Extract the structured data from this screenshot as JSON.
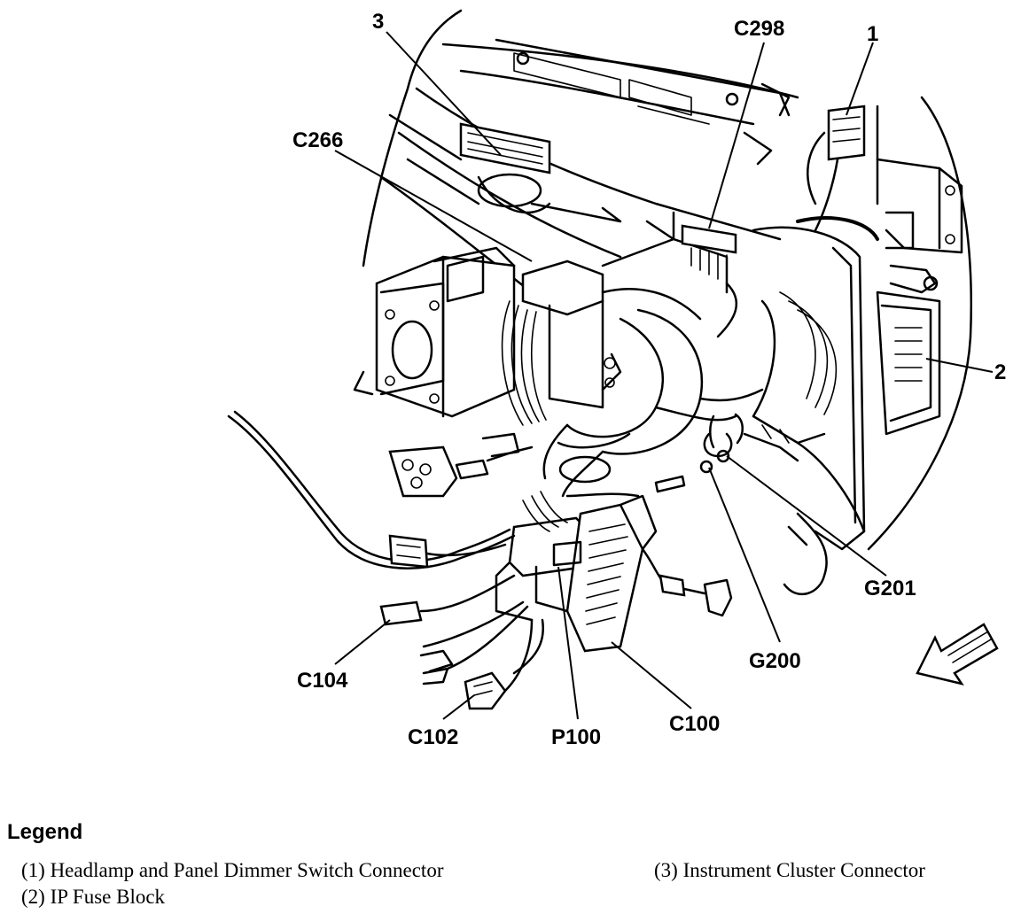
{
  "callouts": {
    "c1": "1",
    "c2": "2",
    "c3": "3",
    "c298": "C298",
    "c266": "C266",
    "g201": "G201",
    "g200": "G200",
    "c104": "C104",
    "c102": "C102",
    "p100": "P100",
    "c100": "C100"
  },
  "legend": {
    "title": "Legend",
    "items": [
      "(1)  Headlamp and Panel Dimmer Switch Connector",
      "(2)  IP Fuse Block",
      "(3)  Instrument Cluster Connector"
    ]
  }
}
